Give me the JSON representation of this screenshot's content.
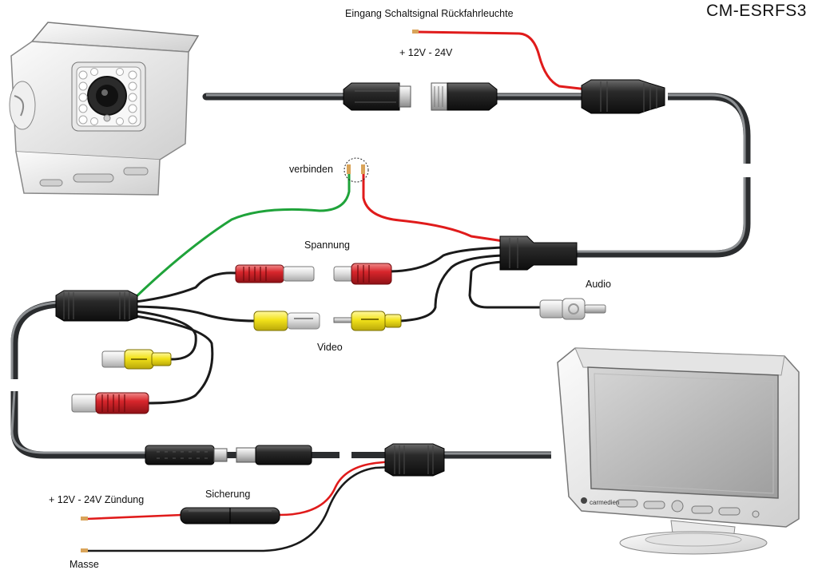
{
  "model_code": "CM-ESRFS3",
  "labels": {
    "input_signal": "Eingang Schaltsignal Rückfahrleuchte",
    "voltage_top": "+ 12V - 24V",
    "connect": "verbinden",
    "power": "Spannung",
    "audio": "Audio",
    "video": "Video",
    "fuse": "Sicherung",
    "ignition": "+ 12V - 24V Zündung",
    "ground": "Masse"
  },
  "monitor": {
    "brand": "carmedien"
  },
  "colors": {
    "cable": "#5a5d60",
    "red_wire": "#e01b1b",
    "green_wire": "#1fa33a",
    "black_wire": "#1a1a1a",
    "rca_red": "#d8262c",
    "rca_yellow": "#f2e21a",
    "rca_white": "#e8e8e8"
  }
}
